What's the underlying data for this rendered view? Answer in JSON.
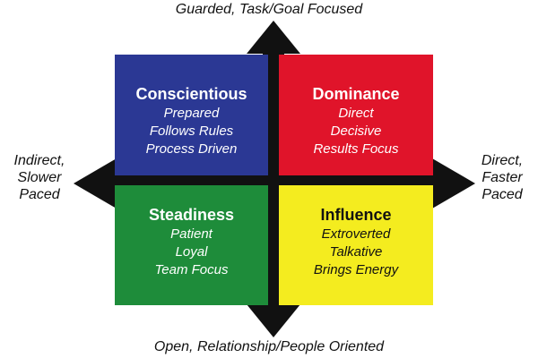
{
  "axes": {
    "top": "Guarded, Task/Goal Focused",
    "bottom": "Open, Relationship/People Oriented",
    "left": [
      "Indirect,",
      "Slower",
      "Paced"
    ],
    "right": [
      "Direct,",
      "Faster",
      "Paced"
    ]
  },
  "quadrants": {
    "conscientious": {
      "title": "Conscientious",
      "traits": [
        "Prepared",
        "Follows Rules",
        "Process Driven"
      ],
      "color": "#2b3894"
    },
    "dominance": {
      "title": "Dominance",
      "traits": [
        "Direct",
        "Decisive",
        "Results Focus"
      ],
      "color": "#e0142a"
    },
    "steadiness": {
      "title": "Steadiness",
      "traits": [
        "Patient",
        "Loyal",
        "Team Focus"
      ],
      "color": "#1e8c3a"
    },
    "influence": {
      "title": "Influence",
      "traits": [
        "Extroverted",
        "Talkative",
        "Brings Energy"
      ],
      "color": "#f4ec1f"
    }
  },
  "colors": {
    "axis": "#111111",
    "text_dark": "#111111",
    "text_light": "#ffffff"
  }
}
